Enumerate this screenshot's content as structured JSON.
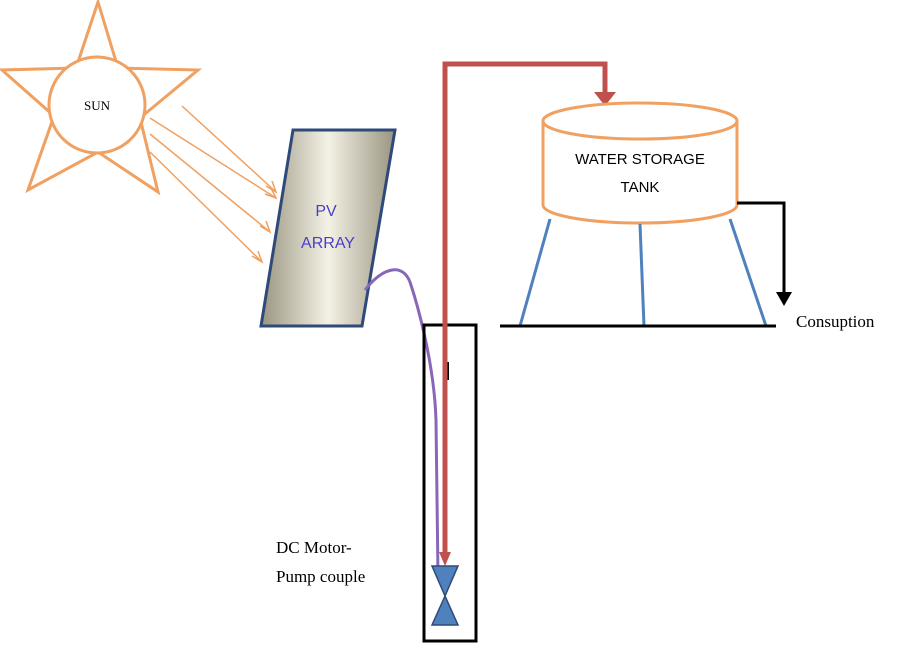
{
  "labels": {
    "sun": "SUN",
    "pv_line1": "PV",
    "pv_line2": "ARRAY",
    "tank_line1": "WATER STORAGE",
    "tank_line2": "TANK",
    "consumption": "Consuption",
    "pump_line1": "DC Motor-",
    "pump_line2": "Pump couple"
  },
  "colors": {
    "sun": "#f0a060",
    "sun_rays": "#f0a060",
    "pv_border": "#2e4a7a",
    "pv_fill_light": "#f4f1e6",
    "pv_fill_dark": "#9a9580",
    "pv_text": "#4a40c8",
    "cable": "#8a66b8",
    "water_pipe": "#c0504d",
    "tank_border": "#f0a060",
    "tank_legs": "#4f81bd",
    "ground": "#000000",
    "outflow": "#000000",
    "pump_fill": "#4f81bd",
    "pump_box": "#000000"
  }
}
